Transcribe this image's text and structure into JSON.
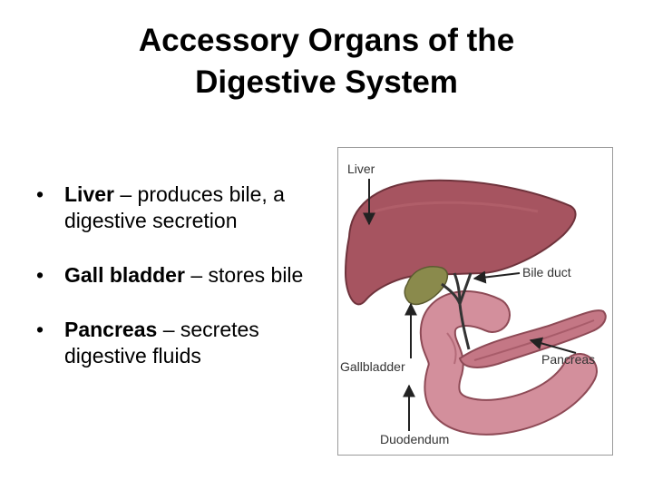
{
  "slide": {
    "title_line1": "Accessory Organs of the",
    "title_line2": "Digestive System"
  },
  "bullets": [
    {
      "term": "Liver",
      "text": " – produces bile, a digestive secretion"
    },
    {
      "term": "Gall bladder",
      "text": " – stores bile"
    },
    {
      "term": "Pancreas",
      "text": " – secretes digestive fluids"
    }
  ],
  "bullet_symbol": "•",
  "diagram": {
    "labels": {
      "liver": "Liver",
      "bile_duct": "Bile duct",
      "gallbladder": "Gallbladder",
      "pancreas": "Pancreas",
      "duodendum": "Duodendum"
    },
    "colors": {
      "liver": "#a65460",
      "intestine": "#d38f9c",
      "gallbladder": "#8a8a4c",
      "duct": "#333333",
      "arrow": "#222222"
    }
  }
}
